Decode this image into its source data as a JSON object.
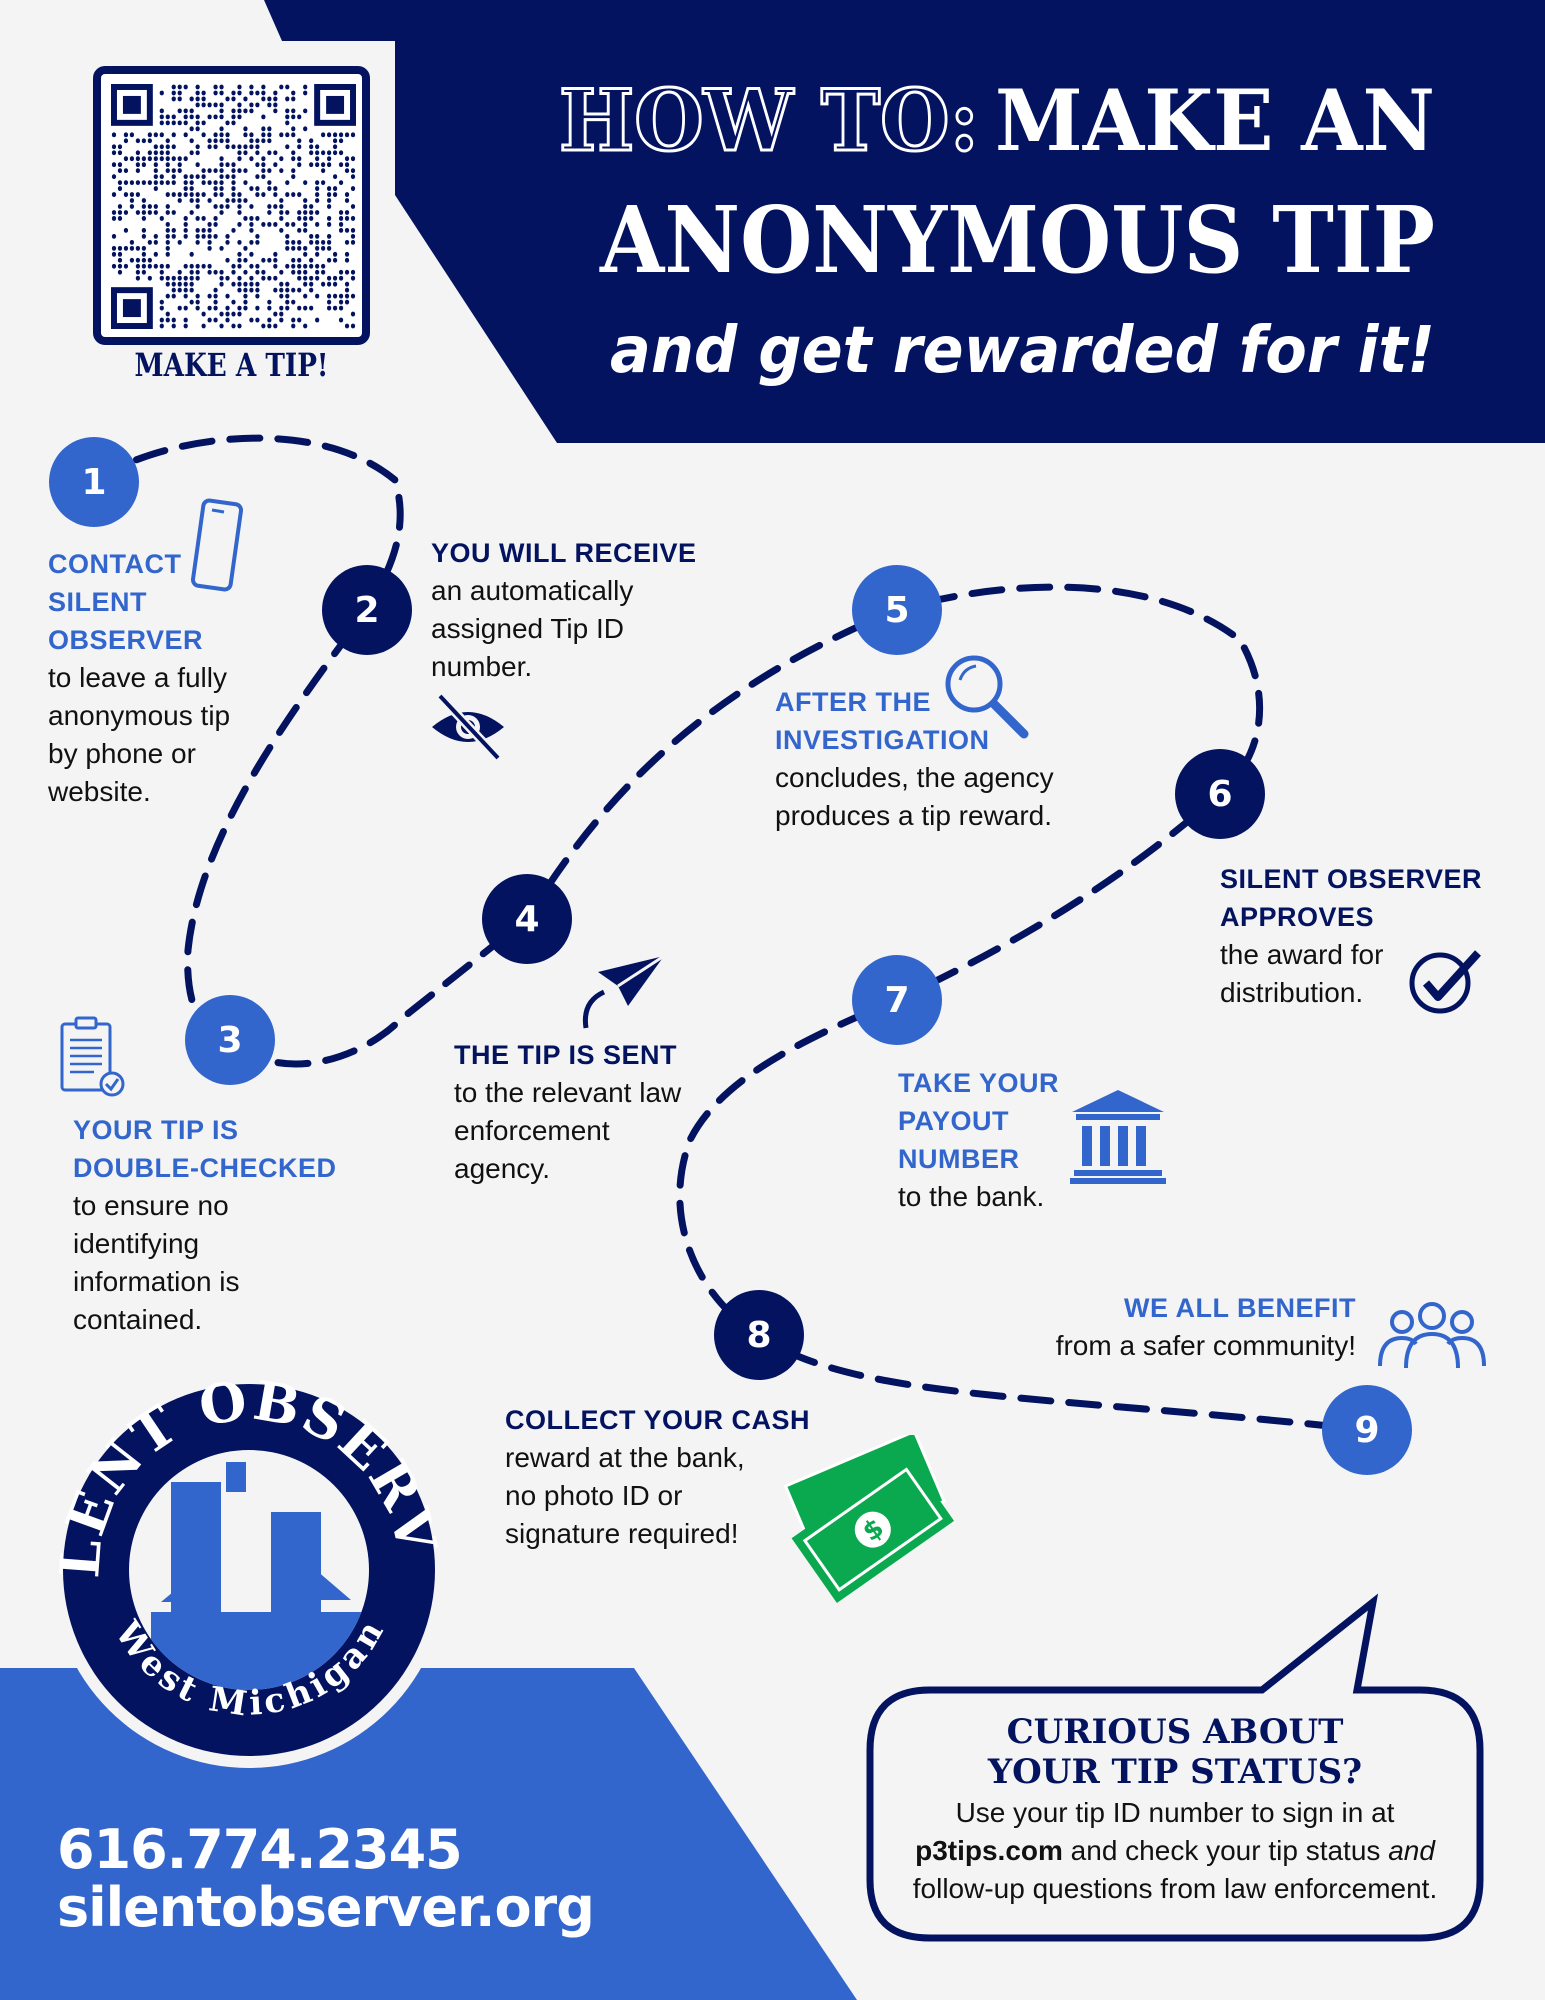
{
  "header": {
    "title_outline": "HOW TO:",
    "title_bold": "MAKE AN",
    "title_line2": "ANONYMOUS TIP",
    "subtitle": "and get rewarded for it!"
  },
  "qr": {
    "label": "MAKE A TIP!"
  },
  "steps": [
    {
      "number": "1",
      "heading": [
        "CONTACT",
        "SILENT",
        "OBSERVER"
      ],
      "body": [
        "to leave a fully",
        "anonymous tip",
        "by phone or",
        "website."
      ],
      "icon": "phone-icon"
    },
    {
      "number": "2",
      "heading": [
        "YOU WILL RECEIVE"
      ],
      "body": [
        "an automatically",
        "assigned Tip ID",
        "number."
      ],
      "icon": "eye-slash-icon"
    },
    {
      "number": "3",
      "heading": [
        "YOUR TIP IS",
        "DOUBLE-CHECKED"
      ],
      "body": [
        "to ensure no",
        "identifying",
        "information is",
        "contained."
      ],
      "icon": "clipboard-check-icon"
    },
    {
      "number": "4",
      "heading": [
        "THE TIP IS SENT"
      ],
      "body": [
        "to the relevant law",
        "enforcement",
        "agency."
      ],
      "icon": "paper-plane-icon"
    },
    {
      "number": "5",
      "heading": [
        "AFTER THE",
        "INVESTIGATION"
      ],
      "body": [
        "concludes, the agency",
        "produces a tip reward."
      ],
      "icon": "magnifier-icon"
    },
    {
      "number": "6",
      "heading": [
        "SILENT OBSERVER",
        "APPROVES"
      ],
      "body": [
        "the award for",
        "distribution."
      ],
      "icon": "check-circle-icon"
    },
    {
      "number": "7",
      "heading": [
        "TAKE YOUR",
        "PAYOUT",
        "NUMBER"
      ],
      "body": [
        "to the bank."
      ],
      "icon": "bank-icon"
    },
    {
      "number": "8",
      "heading": [
        "COLLECT YOUR CASH"
      ],
      "body": [
        "reward at the bank,",
        "no photo ID or",
        "signature required!"
      ],
      "icon": "money-icon"
    },
    {
      "number": "9",
      "heading": [
        "WE ALL BENEFIT"
      ],
      "body": [
        "from a safer community!"
      ],
      "icon": "people-icon"
    }
  ],
  "logo": {
    "top": "SILENT OBSERVER",
    "bottom": "West Michigan"
  },
  "contact": {
    "phone": "616.774.2345",
    "website": "silentobserver.org"
  },
  "bubble": {
    "heading": [
      "CURIOUS ABOUT",
      "YOUR TIP STATUS?"
    ],
    "line1": "Use your tip ID number to sign in at",
    "link": "p3tips.com",
    "line2_mid": " and check your tip status ",
    "line2_em": "and",
    "line3": "follow-up questions from law enforcement."
  },
  "colors": {
    "navy": "#03135f",
    "blue": "#3366cc",
    "green": "#0aa84f",
    "bg": "#f4f4f4"
  }
}
